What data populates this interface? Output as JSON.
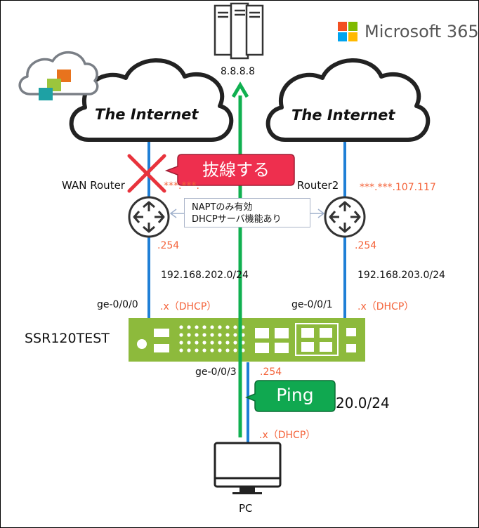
{
  "clouds": [
    {
      "label": "The Internet"
    },
    {
      "label": "The Internet"
    }
  ],
  "brand": {
    "text": "Microsoft 365",
    "logo_colors": [
      "#f25022",
      "#7fba00",
      "#00a4ef",
      "#ffb900"
    ]
  },
  "dns_server": {
    "label": "8.8.8.8",
    "icon": "server-icon"
  },
  "routers": [
    {
      "label": "WAN Router",
      "wan_ip": "***.***.",
      "lan_ip": ".254",
      "icon": "router-icon"
    },
    {
      "label": "Router2",
      "wan_ip": "***.***.107.117",
      "lan_ip": ".254",
      "icon": "router-icon"
    }
  ],
  "napt_box": {
    "line1": "NAPTのみ有効",
    "line2": "DHCPサーバ機能あり"
  },
  "callouts": {
    "unplug": "抜線する",
    "ping": "Ping"
  },
  "subnets": {
    "left": "192.168.202.0/24",
    "right": "192.168.203.0/24",
    "bottom": "20.0/24"
  },
  "ssr": {
    "name": "SSR120TEST",
    "ports": [
      {
        "name": "ge-0/0/0",
        "addr": ".x（DHCP）"
      },
      {
        "name": "ge-0/0/1",
        "addr": ".x（DHCP）"
      },
      {
        "name": "ge-0/0/3",
        "addr": ".254"
      }
    ]
  },
  "pc": {
    "label": "PC",
    "addr": ".x（DHCP）",
    "icon": "monitor-icon"
  },
  "colors": {
    "link_blue": "#1f7fd6",
    "ping_green": "#10b050",
    "callout_red": "#ee2f4e",
    "ip_orange": "#f4633a",
    "ssr_green": "#8dba3c",
    "cross_red": "#e8333c",
    "box_border": "#aab4c8"
  }
}
